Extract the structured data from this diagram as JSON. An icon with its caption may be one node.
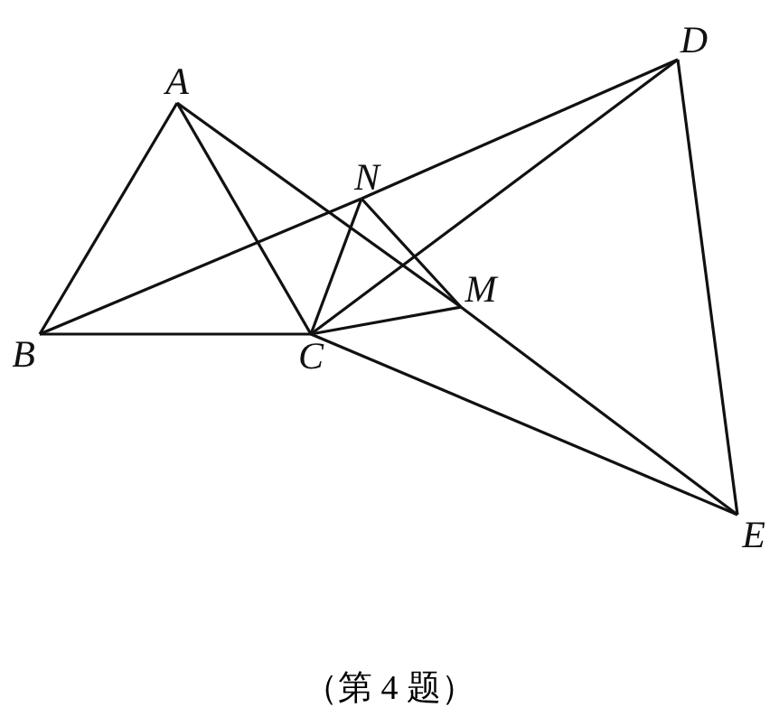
{
  "diagram": {
    "caption": "（第 4 题）",
    "nodes": [
      {
        "text": [
          "A"
        ]
      },
      {
        "text": [
          "B"
        ]
      },
      {
        "text": [
          "C"
        ]
      },
      {
        "text": [
          "D"
        ]
      },
      {
        "text": [
          "E"
        ]
      },
      {
        "text": [
          "M"
        ]
      },
      {
        "text": [
          "N"
        ]
      }
    ],
    "edges": [
      {
        "from": 0,
        "to": 1,
        "arrow": "none"
      },
      {
        "from": 0,
        "to": 2,
        "arrow": "none"
      },
      {
        "from": 1,
        "to": 2,
        "arrow": "none"
      },
      {
        "from": 0,
        "to": 5,
        "arrow": "none"
      },
      {
        "from": 5,
        "to": 4,
        "arrow": "none"
      },
      {
        "from": 1,
        "to": 6,
        "arrow": "none"
      },
      {
        "from": 6,
        "to": 3,
        "arrow": "none"
      },
      {
        "from": 2,
        "to": 3,
        "arrow": "none"
      },
      {
        "from": 2,
        "to": 4,
        "arrow": "none"
      },
      {
        "from": 2,
        "to": 6,
        "arrow": "none"
      },
      {
        "from": 2,
        "to": 5,
        "arrow": "none"
      },
      {
        "from": 6,
        "to": 5,
        "arrow": "none"
      },
      {
        "from": 3,
        "to": 4,
        "arrow": "none"
      }
    ]
  }
}
